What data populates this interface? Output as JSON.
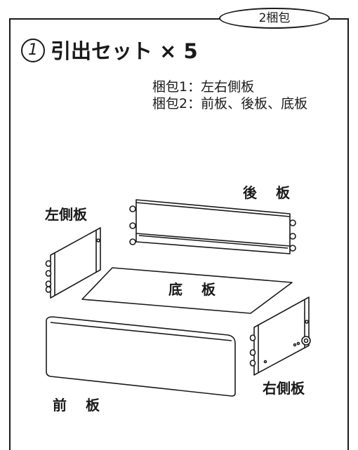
{
  "badge": "2梱包",
  "title": {
    "number": "1",
    "text": "引出セット × 5"
  },
  "packages": [
    "梱包1：左右側板",
    "梱包2：前板、後板、底板"
  ],
  "parts": {
    "back": "後 板",
    "left_side": "左側板",
    "bottom": "底 板",
    "right_side": "右側板",
    "front": "前 板"
  }
}
